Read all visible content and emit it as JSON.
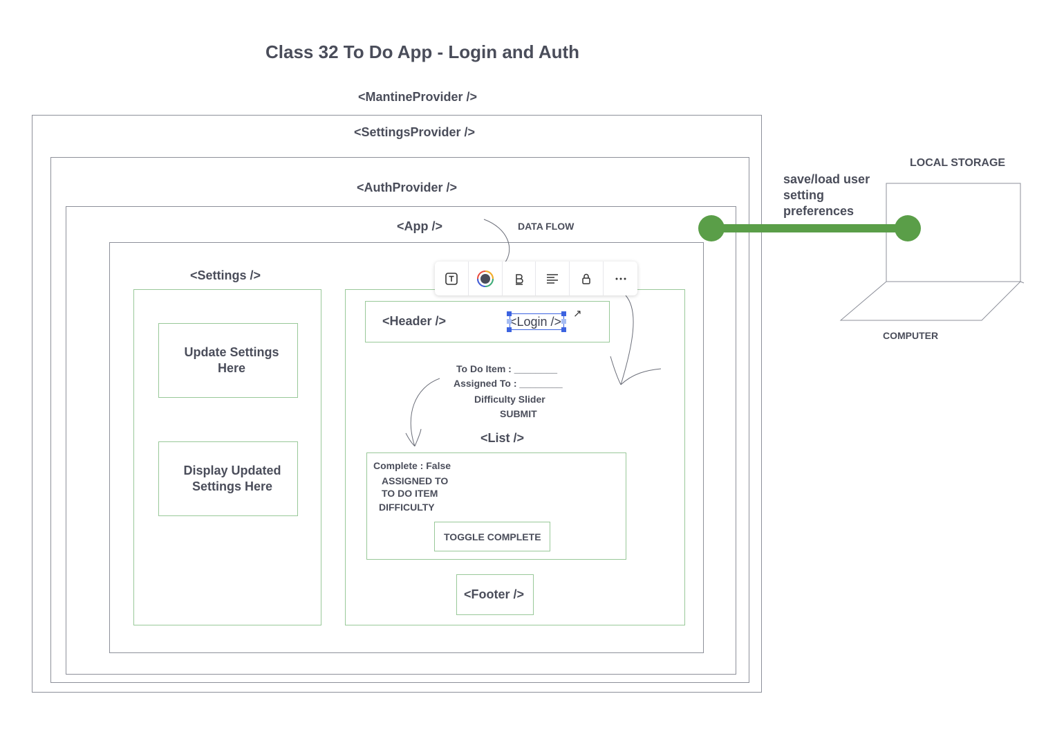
{
  "title": "Class 32 To Do App - Login and Auth",
  "providers": {
    "mantine": "<MantineProvider />",
    "settings": "<SettingsProvider />",
    "auth": "<AuthProvider />"
  },
  "app": {
    "label": "<App />",
    "data_flow": "DATA FLOW"
  },
  "settings_panel": {
    "label": "<Settings />",
    "update": "Update Settings Here",
    "display": "Display Updated Settings Here"
  },
  "header": {
    "label": "<Header />",
    "login": "<Login />"
  },
  "form": {
    "todo_item": "To Do Item : ________",
    "assigned_to": "Assigned To : ________",
    "difficulty": "Difficulty Slider",
    "submit": "SUBMIT"
  },
  "list": {
    "label": "<List />",
    "complete": "Complete : False",
    "assigned_to": "ASSIGNED TO",
    "todo_item": "TO DO ITEM",
    "difficulty": "DIFFICULTY",
    "toggle": "TOGGLE COMPLETE"
  },
  "footer": {
    "label": "<Footer />"
  },
  "storage": {
    "note": "save/load user setting preferences",
    "label": "LOCAL STORAGE",
    "computer": "COMPUTER"
  },
  "toolbar": {
    "icons": [
      "text-icon",
      "color-icon",
      "bold-icon",
      "align-icon",
      "lock-icon",
      "more-icon"
    ]
  },
  "colors": {
    "connector": "#5a9e48",
    "outline_gray": "#8c8f99",
    "outline_green": "#98c898",
    "selection": "#3c63e0"
  }
}
